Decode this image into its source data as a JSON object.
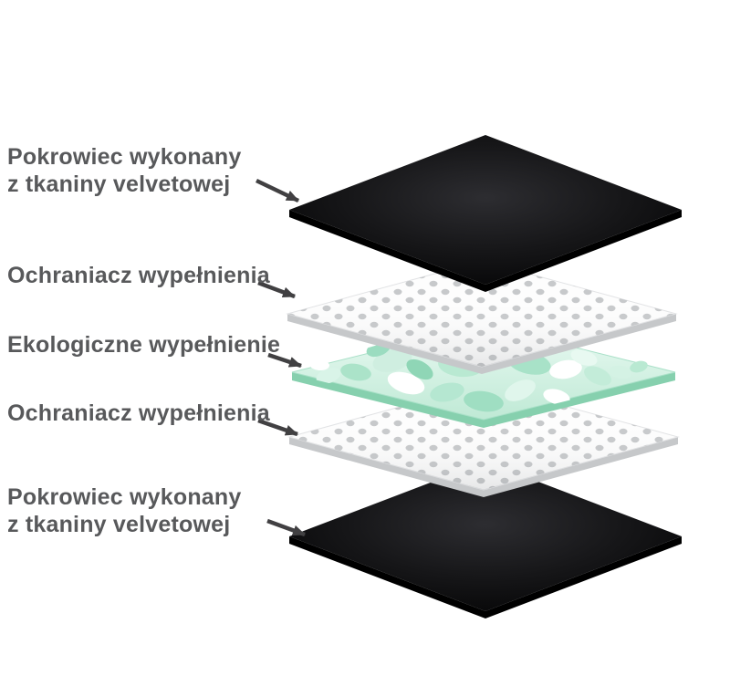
{
  "diagram": {
    "type": "layered-product-cross-section",
    "layers": [
      {
        "id": "cover-top",
        "surface": "black-velvet",
        "lines": [
          "Pokrowiec wykonany",
          "z tkaniny velvetowej"
        ]
      },
      {
        "id": "protector-top",
        "surface": "white-dotted",
        "lines": [
          "Ochraniacz wypełnienia"
        ]
      },
      {
        "id": "filling",
        "surface": "green-foam",
        "lines": [
          "Ekologiczne wypełnienie"
        ]
      },
      {
        "id": "protector-bottom",
        "surface": "white-dotted",
        "lines": [
          "Ochraniacz wypełnienia"
        ]
      },
      {
        "id": "cover-bottom",
        "surface": "black-velvet",
        "lines": [
          "Pokrowiec wykonany",
          "z tkaniny velvetowej"
        ]
      }
    ],
    "colors": {
      "label_text": "#58595b",
      "arrow": "#414042",
      "black_layer_dark": "#0a0a0c",
      "white_layer": "#fdfdfd",
      "dot": "#c7c9cb",
      "white_layer_edge": "#c6c8ca",
      "green_layer": "#d9f3e7",
      "green_layer_edge": "#86d0ae"
    }
  }
}
